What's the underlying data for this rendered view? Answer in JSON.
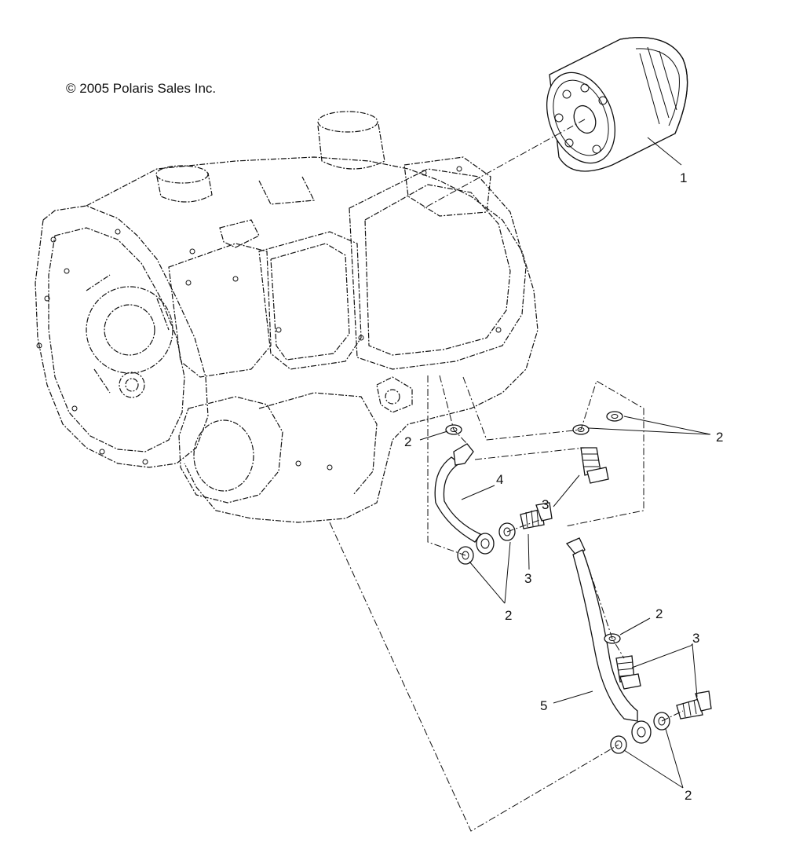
{
  "copyright": "© 2005 Polaris Sales Inc.",
  "callouts": {
    "c1": "1",
    "c2a": "2",
    "c2b": "2",
    "c2c": "2",
    "c2d": "2",
    "c2e": "2",
    "c3a": "3",
    "c3b": "3",
    "c3c": "3",
    "c4": "4",
    "c5": "5"
  }
}
